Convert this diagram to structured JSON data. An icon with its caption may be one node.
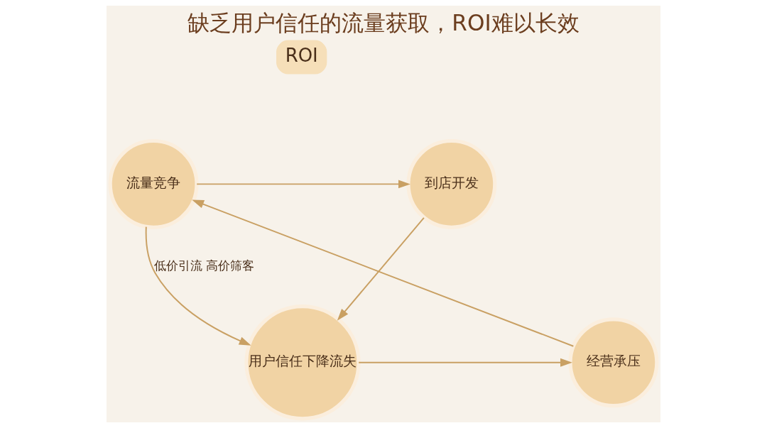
{
  "diagram": {
    "title": "缺乏用户信任的流量获取，ROI难以长效",
    "nodes": [
      {
        "text": [
          "ROI"
        ]
      },
      {
        "text": [
          "流量竞争"
        ]
      },
      {
        "text": [
          "到店开发"
        ]
      },
      {
        "text": [
          "用户信任下降流失"
        ]
      },
      {
        "text": [
          "经营承压"
        ]
      }
    ],
    "edges": [
      {
        "from": 1,
        "to": 2,
        "arrow": "to"
      },
      {
        "from": 2,
        "to": 3,
        "arrow": "to"
      },
      {
        "from": 3,
        "to": 4,
        "arrow": "to"
      },
      {
        "from": 4,
        "to": 1,
        "arrow": "to"
      },
      {
        "from": 1,
        "to": 3,
        "arrow": "to",
        "label": "低价引流 高价筛客"
      }
    ]
  }
}
